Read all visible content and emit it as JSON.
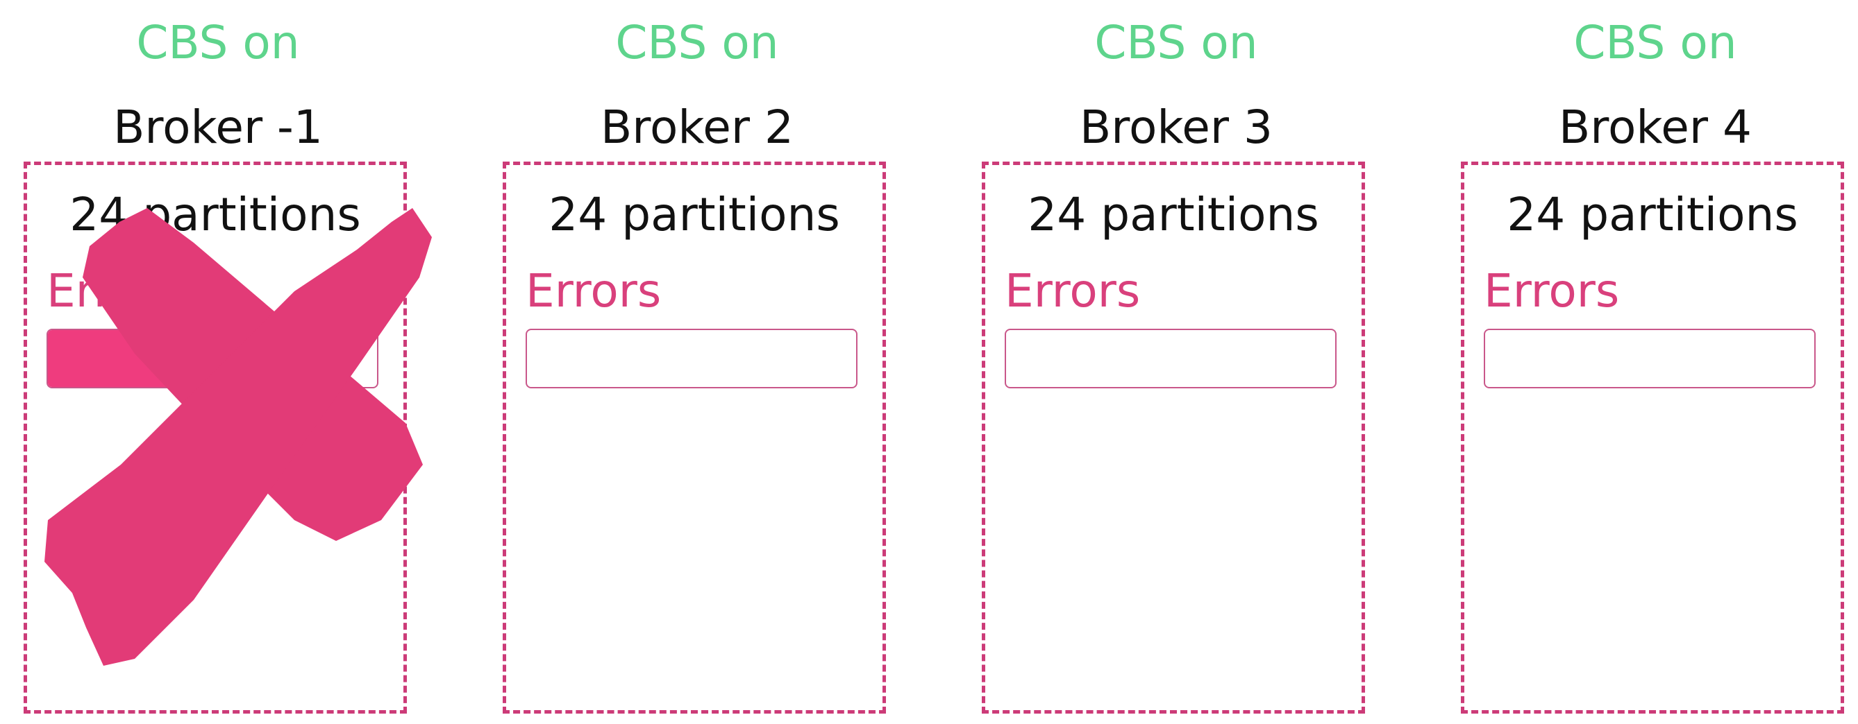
{
  "brokers": [
    {
      "status": "CBS on",
      "name": "Broker -1",
      "partitions": "24 partitions",
      "errors_label": "Errors",
      "error_fill_fraction": 0.91,
      "failed": true
    },
    {
      "status": "CBS on",
      "name": "Broker 2",
      "partitions": "24 partitions",
      "errors_label": "Errors",
      "error_fill_fraction": 0,
      "failed": false
    },
    {
      "status": "CBS on",
      "name": "Broker 3",
      "partitions": "24 partitions",
      "errors_label": "Errors",
      "error_fill_fraction": 0,
      "failed": false
    },
    {
      "status": "CBS on",
      "name": "Broker 4",
      "partitions": "24 partitions",
      "errors_label": "Errors",
      "error_fill_fraction": 0,
      "failed": false
    }
  ],
  "colors": {
    "status": "#5ed48c",
    "accent": "#d9407c",
    "border": "#cc3b78",
    "error_fill": "#ef3c7e",
    "cross": "#e23b77"
  },
  "icons": {
    "failed_marker": "cross-x-icon"
  }
}
